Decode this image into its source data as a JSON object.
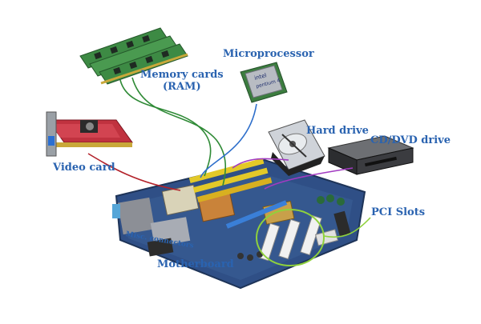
{
  "labels": {
    "memory": "Memory cards",
    "memory_sub": "(RAM)",
    "microprocessor": "Microprocessor",
    "hard_drive": "Hard drive",
    "cd_dvd": "CD/DVD drive",
    "video_card": "Video card",
    "pci_slots": "PCI Slots",
    "misc_connectors": "Misc. connectors",
    "motherboard": "Motherboard"
  },
  "chip_text": {
    "brand": "intel",
    "model": "pentium 4"
  },
  "colors": {
    "label": "#2a63b0",
    "memory_line": "#2f8a36",
    "microprocessor_line": "#2e6fcb",
    "hard_drive_line": "#a23bc2",
    "video_card_line": "#b3222a",
    "pci_line": "#8fd13c",
    "board": "#2f4f86",
    "ram_board": "#3d8a44",
    "video_board": "#c0323f"
  }
}
